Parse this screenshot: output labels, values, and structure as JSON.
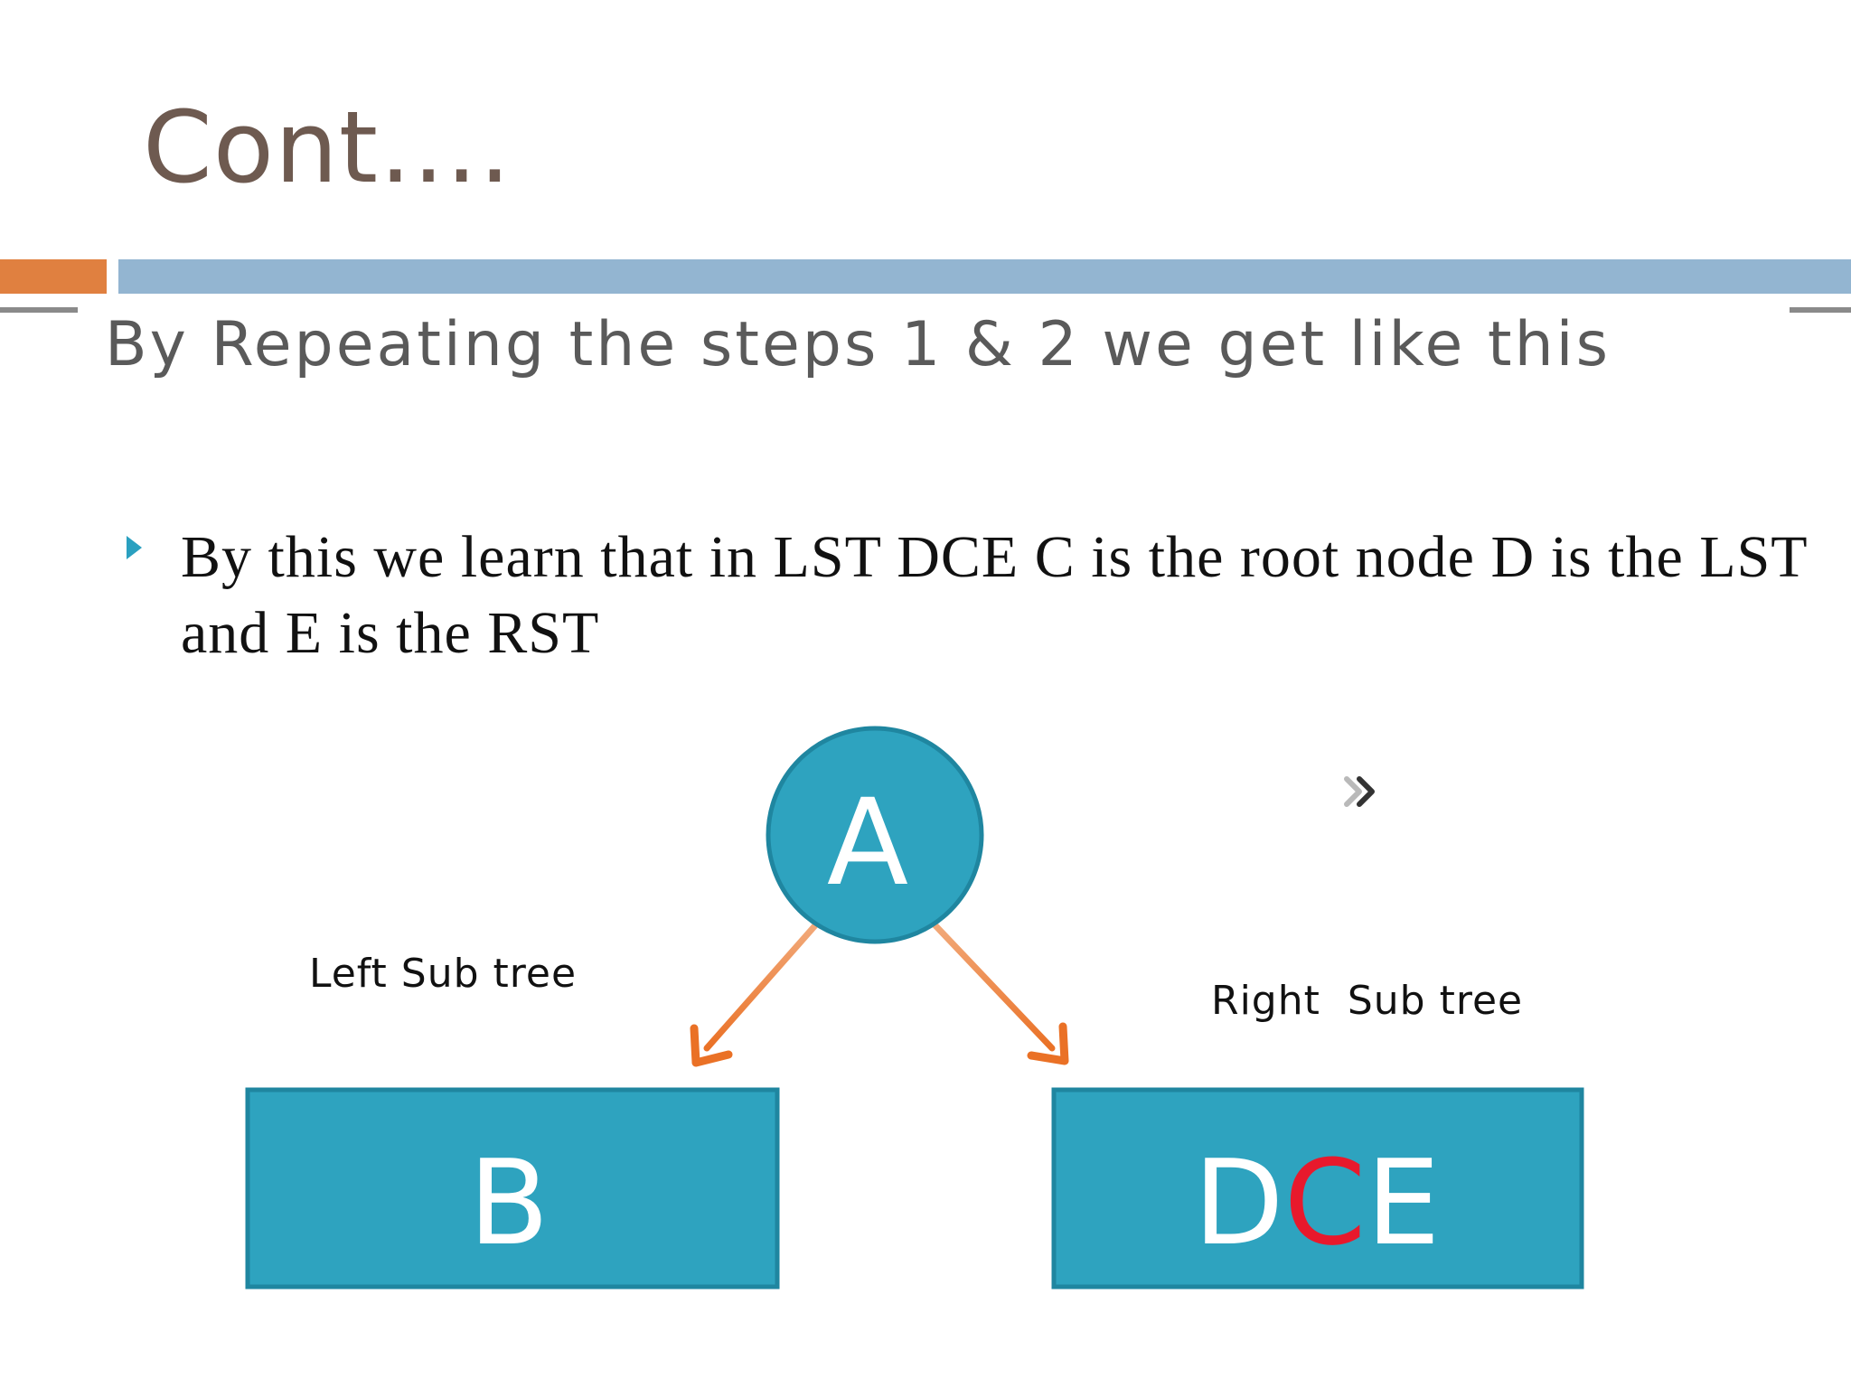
{
  "slide": {
    "title": "Cont….",
    "subtitle": "By Repeating the steps 1 &  2 we get like this",
    "bullet": "By this we learn that in LST DCE  C is the root node D is the LST and E is the RST"
  },
  "diagram": {
    "root_node": "A",
    "left_node": "B",
    "right_node_parts": [
      {
        "text": "D",
        "color": "#ffffff"
      },
      {
        "text": "C",
        "color": "#e8192c"
      },
      {
        "text": "E",
        "color": "#ffffff"
      }
    ],
    "left_label": "Left Sub tree",
    "right_label": "Right  Sub tree",
    "next_icon": "double-chevron-right-icon"
  },
  "colors": {
    "node_fill": "#2ea3bf",
    "node_border": "#1e7f98",
    "arrow": "#ec7b30",
    "title": "#6e5a50",
    "accent": "#e08040",
    "header_bar": "#93b5d1",
    "highlight": "#e8192c"
  }
}
